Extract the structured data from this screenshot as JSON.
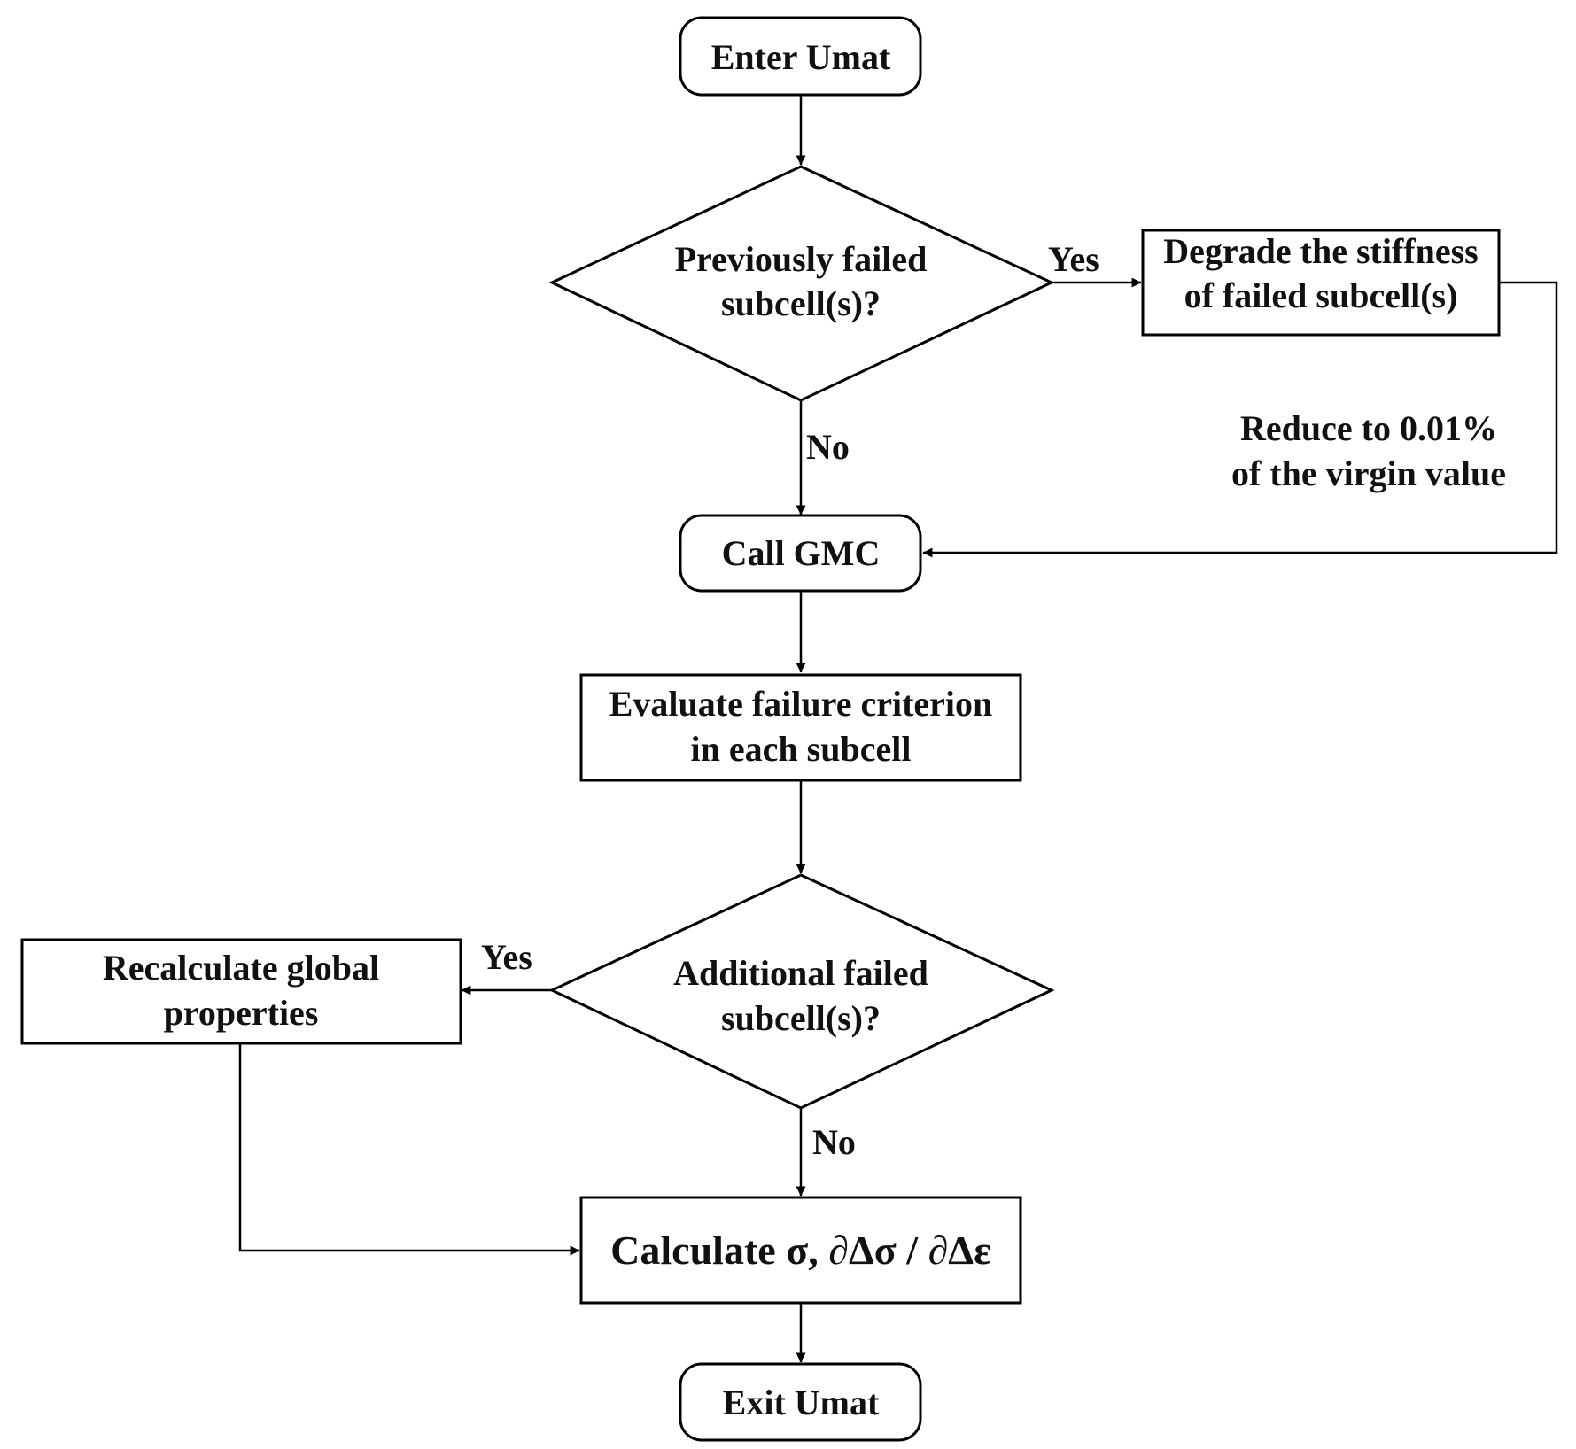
{
  "nodes": {
    "enter": {
      "label": "Enter Umat"
    },
    "previously_failed": {
      "line1": "Previously failed",
      "line2": "subcell(s)?"
    },
    "degrade": {
      "line1": "Degrade the stiffness",
      "line2": "of failed subcell(s)"
    },
    "call_gmc": {
      "label": "Call GMC"
    },
    "evaluate": {
      "line1": "Evaluate failure criterion",
      "line2": "in each subcell"
    },
    "additional_failed": {
      "line1": "Additional failed",
      "line2": "subcell(s)?"
    },
    "recalculate": {
      "line1": "Recalculate global",
      "line2": "properties"
    },
    "calculate": {
      "label": "Calculate σ, ∂Δσ / ∂Δε"
    },
    "exit": {
      "label": "Exit Umat"
    }
  },
  "edge_labels": {
    "prev_yes": "Yes",
    "prev_no": "No",
    "add_yes": "Yes",
    "add_no": "No",
    "reduce_line1": "Reduce to 0.01%",
    "reduce_line2": "of the virgin value"
  }
}
